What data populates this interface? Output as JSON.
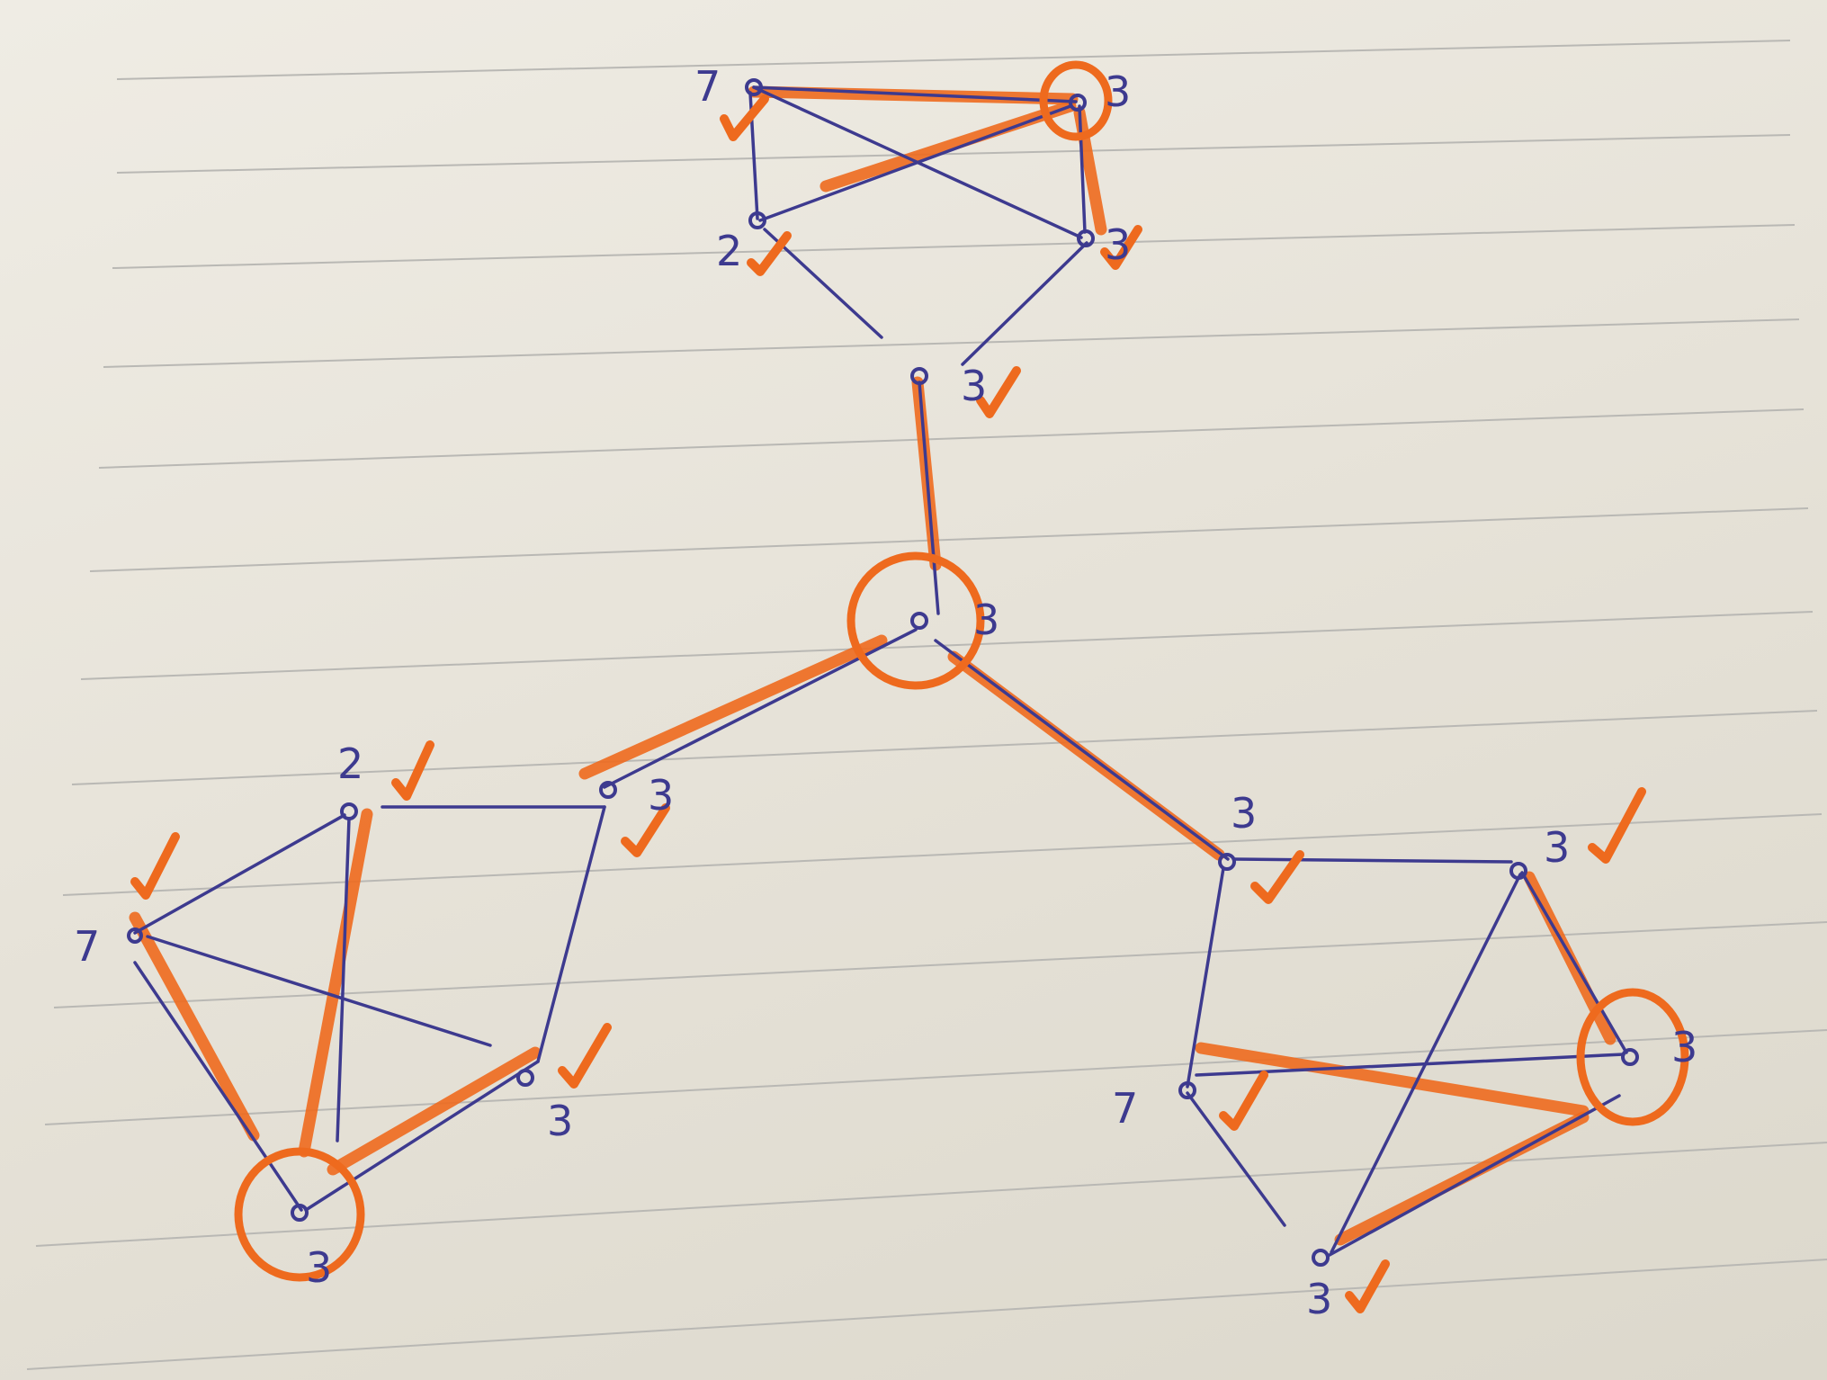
{
  "diagram": {
    "colors": {
      "paper": "#ece9e1",
      "ruled_line": "#b9b8b4",
      "ink": "#3d3a8f",
      "highlight": "#ee6a1e"
    },
    "labels": {
      "top_left": "7",
      "top_right": "3",
      "top_mid_left": "2",
      "top_mid_right": "3",
      "top_bottom": "3",
      "center": "3",
      "left_top": "2",
      "left_top_right": "3",
      "left_left": "7",
      "left_right": "3",
      "left_bottom": "3",
      "right_top_left": "3",
      "right_top_right": "3",
      "right_left": "7",
      "right_right": "3",
      "right_bottom": "3"
    }
  }
}
